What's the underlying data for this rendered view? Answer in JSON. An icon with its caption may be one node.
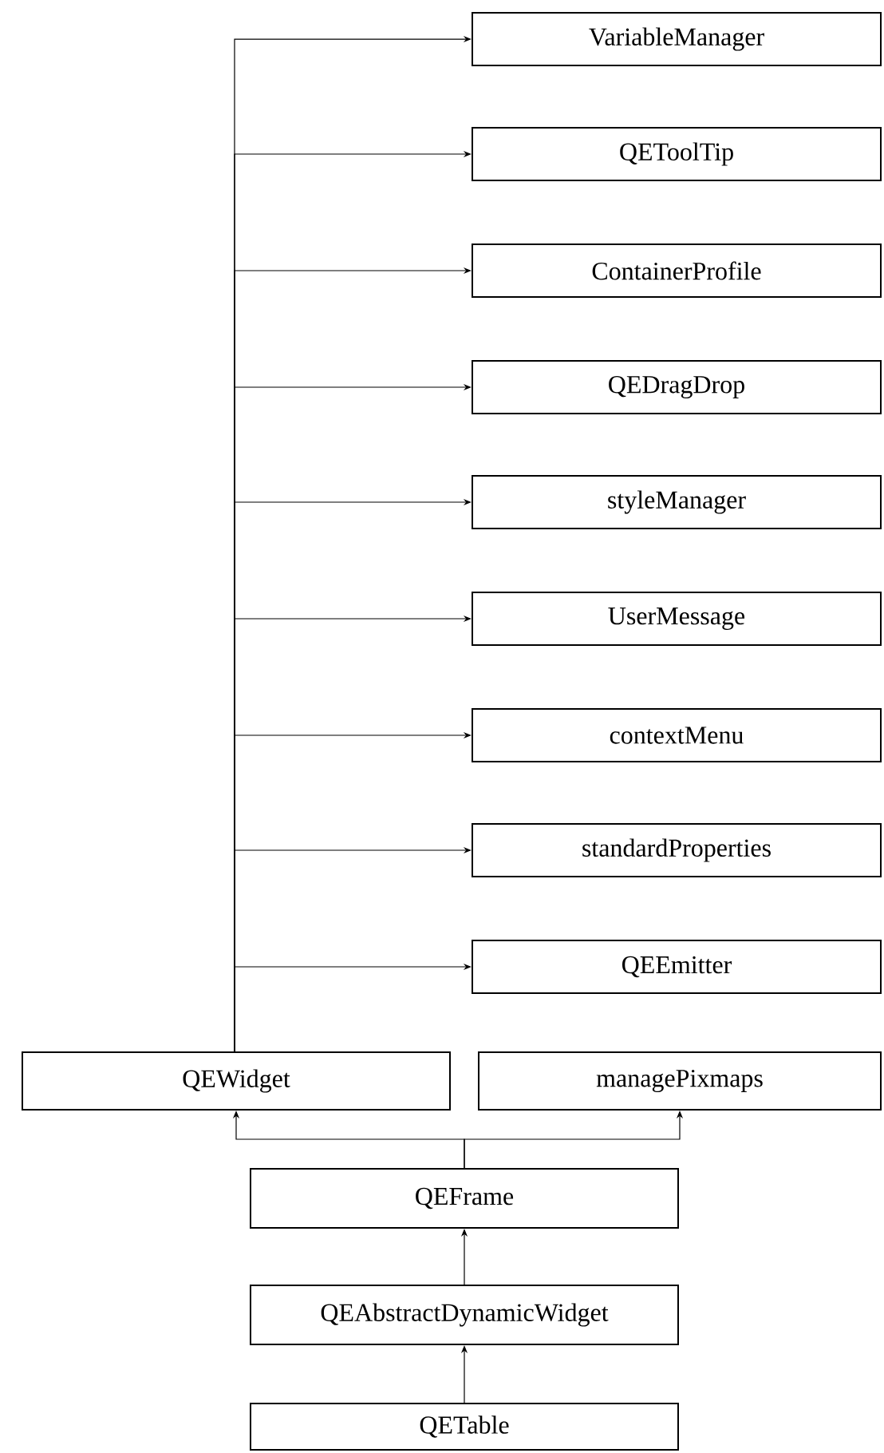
{
  "diagram": {
    "nodes": [
      {
        "text": [
          "VariableManager"
        ]
      },
      {
        "text": [
          "QEToolTip"
        ]
      },
      {
        "text": [
          "ContainerProfile"
        ]
      },
      {
        "text": [
          "QEDragDrop"
        ]
      },
      {
        "text": [
          "styleManager"
        ]
      },
      {
        "text": [
          "UserMessage"
        ]
      },
      {
        "text": [
          "contextMenu"
        ]
      },
      {
        "text": [
          "standardProperties"
        ]
      },
      {
        "text": [
          "QEEmitter"
        ]
      },
      {
        "text": [
          "QEWidget"
        ]
      },
      {
        "text": [
          "managePixmaps"
        ]
      },
      {
        "text": [
          "QEFrame"
        ]
      },
      {
        "text": [
          "QEAbstractDynamicWidget"
        ]
      },
      {
        "text": [
          "QETable"
        ]
      }
    ],
    "edges": [
      {
        "from": 9,
        "to": 0,
        "arrow": "to"
      },
      {
        "from": 9,
        "to": 1,
        "arrow": "to"
      },
      {
        "from": 9,
        "to": 2,
        "arrow": "to"
      },
      {
        "from": 9,
        "to": 3,
        "arrow": "to"
      },
      {
        "from": 9,
        "to": 4,
        "arrow": "to"
      },
      {
        "from": 9,
        "to": 5,
        "arrow": "to"
      },
      {
        "from": 9,
        "to": 6,
        "arrow": "to"
      },
      {
        "from": 9,
        "to": 7,
        "arrow": "to"
      },
      {
        "from": 9,
        "to": 8,
        "arrow": "to"
      },
      {
        "from": 11,
        "to": 9,
        "arrow": "to"
      },
      {
        "from": 11,
        "to": 10,
        "arrow": "to"
      },
      {
        "from": 12,
        "to": 11,
        "arrow": "to"
      },
      {
        "from": 13,
        "to": 12,
        "arrow": "to"
      }
    ]
  }
}
